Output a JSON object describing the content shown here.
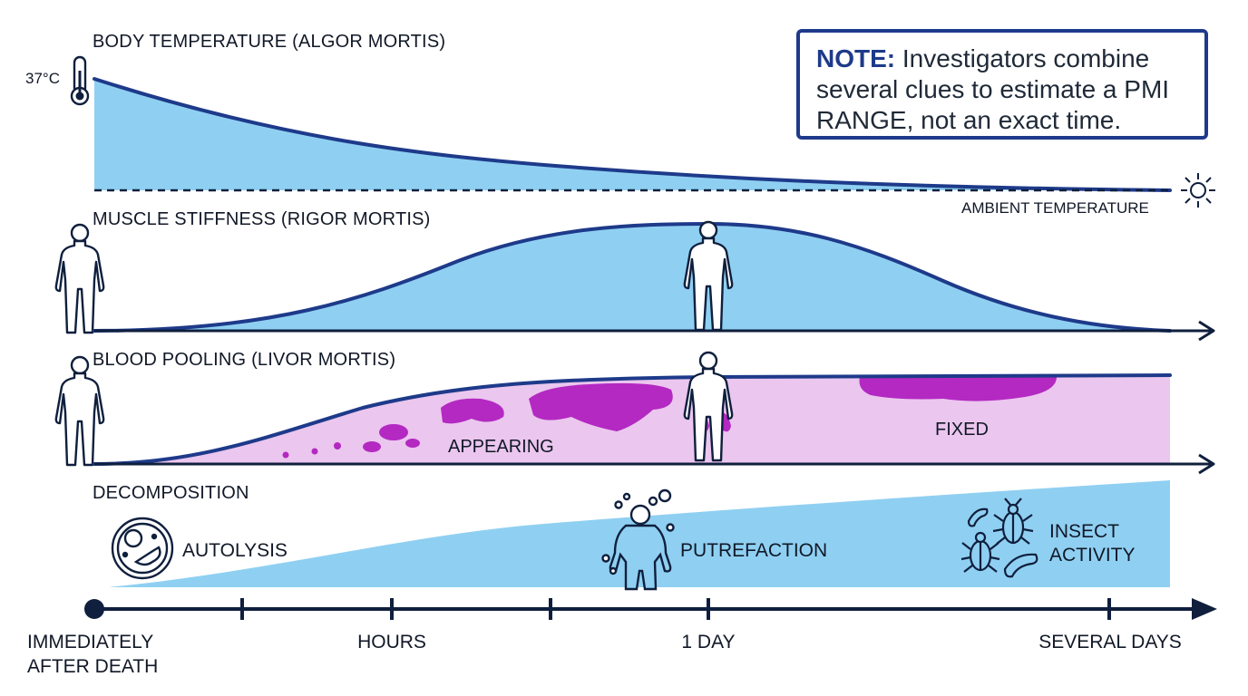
{
  "colors": {
    "navy": "#1e3a8a",
    "dark": "#0f1f3d",
    "blue_fill": "#8fd0f2",
    "pink_fill": "#ebc6ee",
    "purple_blot": "#b329c2"
  },
  "sections": {
    "algor": {
      "title": "BODY TEMPERATURE (ALGOR MORTIS)",
      "start_label": "37°C",
      "end_label": "AMBIENT TEMPERATURE"
    },
    "rigor": {
      "title": "MUSCLE STIFFNESS (RIGOR MORTIS)"
    },
    "livor": {
      "title": "BLOOD POOLING (LIVOR MORTIS)",
      "stage_appearing": "APPEARING",
      "stage_fixed": "FIXED"
    },
    "decomp": {
      "title": "DECOMPOSITION",
      "stage_autolysis": "AUTOLYSIS",
      "stage_putrefaction": "PUTREFACTION",
      "stage_insect_line1": "INSECT",
      "stage_insect_line2": "ACTIVITY"
    }
  },
  "timeline": {
    "label_start_line1": "IMMEDIATELY",
    "label_start_line2": "AFTER DEATH",
    "label_hours": "HOURS",
    "label_day": "1 DAY",
    "label_days": "SEVERAL DAYS"
  },
  "note": {
    "bold": "NOTE:",
    "text": " Investigators combine several clues to estimate a PMI RANGE, not an exact time."
  },
  "icons": [
    "thermometer-icon",
    "snowflake-sun-icon",
    "human-figure-icon",
    "bloated-figure-icon",
    "bacteria-cell-icon",
    "beetle-icon",
    "maggot-icon"
  ]
}
